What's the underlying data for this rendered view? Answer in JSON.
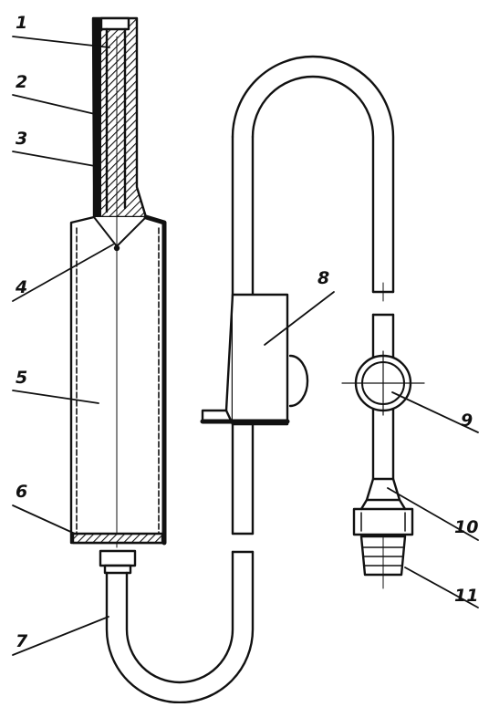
{
  "callouts": [
    {
      "id": "1",
      "text": "1"
    },
    {
      "id": "2",
      "text": "2"
    },
    {
      "id": "3",
      "text": "3"
    },
    {
      "id": "4",
      "text": "4"
    },
    {
      "id": "5",
      "text": "5"
    },
    {
      "id": "6",
      "text": "6"
    },
    {
      "id": "7",
      "text": "7"
    },
    {
      "id": "8",
      "text": "8"
    },
    {
      "id": "9",
      "text": "9"
    },
    {
      "id": "10",
      "text": "10"
    },
    {
      "id": "11",
      "text": "11"
    }
  ],
  "colors": {
    "ink": "#111111",
    "paper": "#ffffff"
  }
}
